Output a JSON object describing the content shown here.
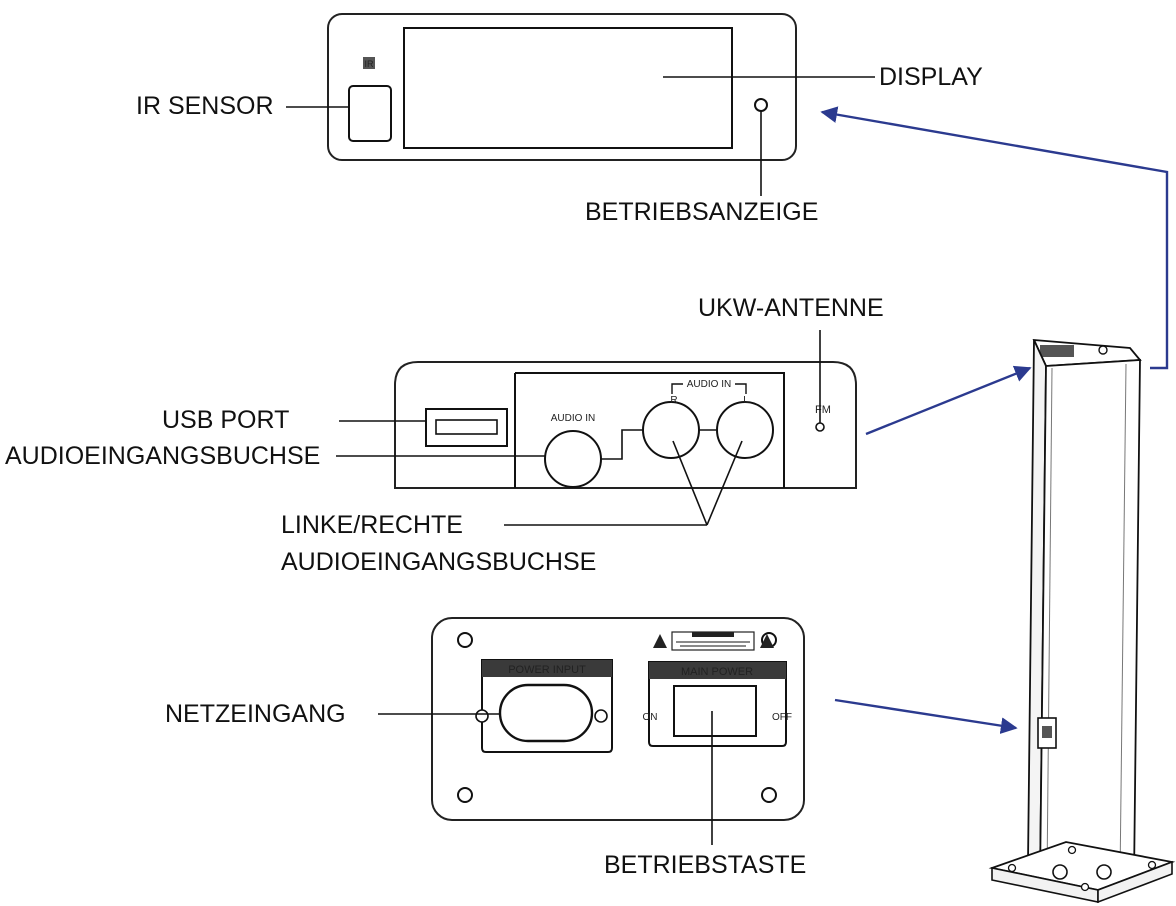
{
  "callouts": {
    "ir_sensor": "IR SENSOR",
    "display": "DISPLAY",
    "betriebsanzeige": "BETRIEBSANZEIGE",
    "ukw_antenne": "UKW-ANTENNE",
    "usb_port": "USB PORT",
    "audioeingangsbuchse": "AUDIOEINGANGSBUCHSE",
    "linke_rechte_line1": "LINKE/RECHTE",
    "linke_rechte_line2": "AUDIOEINGANGSBUCHSE",
    "netzeingang": "NETZEINGANG",
    "betriebstaste": "BETRIEBSTASTE"
  },
  "panel_labels": {
    "ir_badge": "IR",
    "audio_in": "AUDIO IN",
    "audio_in_group": "AUDIO IN",
    "right": "R",
    "left": "L",
    "fm": "FM",
    "power_input": "POWER INPUT",
    "main_power": "MAIN POWER",
    "on": "ON",
    "off": "OFF"
  },
  "colors": {
    "arrow": "#2b3a8f",
    "line": "#111111"
  }
}
